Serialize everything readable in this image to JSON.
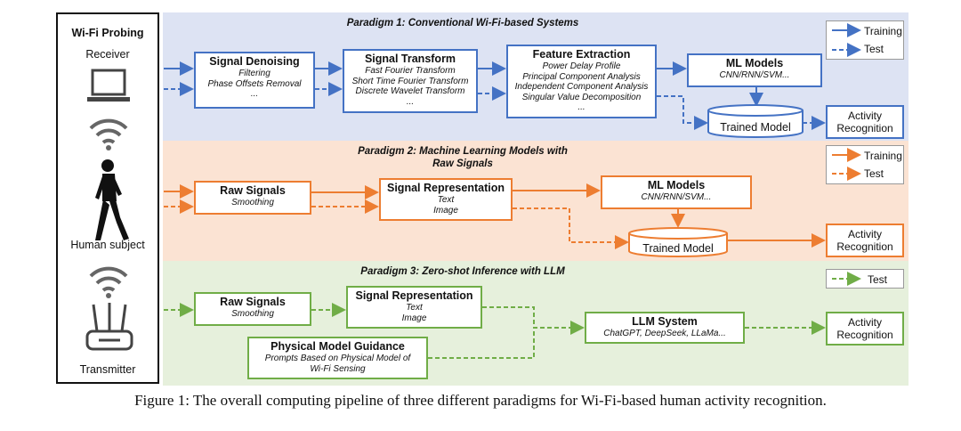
{
  "probing": {
    "title": "Wi-Fi Probing",
    "receiver": "Receiver",
    "human": "Human subject",
    "transmitter": "Transmitter"
  },
  "paradigm1": {
    "title": "Paradigm 1: Conventional Wi-Fi-based Systems",
    "legend": {
      "training": "Training",
      "test": "Test"
    },
    "denoise": {
      "title": "Signal Denoising",
      "items": [
        "Filtering",
        "Phase Offsets Removal",
        "..."
      ]
    },
    "transform": {
      "title": "Signal Transform",
      "items": [
        "Fast Fourier Transform",
        "Short Time Fourier Transform",
        "Discrete Wavelet Transform",
        "..."
      ]
    },
    "feature": {
      "title": "Feature Extraction",
      "items": [
        "Power Delay Profile",
        "Principal Component Analysis",
        "Independent Component Analysis",
        "Singular Value Decomposition",
        "..."
      ]
    },
    "ml": {
      "title": "ML Models",
      "sub": "CNN/RNN/SVM..."
    },
    "trained": "Trained Model",
    "activity": {
      "line1": "Activity",
      "line2": "Recognition"
    }
  },
  "paradigm2": {
    "title_line1": "Paradigm 2: Machine Learning Models with",
    "title_line2": "Raw Signals",
    "legend": {
      "training": "Training",
      "test": "Test"
    },
    "raw": {
      "title": "Raw Signals",
      "sub": "Smoothing"
    },
    "repr": {
      "title": "Signal Representation",
      "items": [
        "Text",
        "Image"
      ]
    },
    "ml": {
      "title": "ML Models",
      "sub": "CNN/RNN/SVM..."
    },
    "trained": "Trained Model",
    "activity": {
      "line1": "Activity",
      "line2": "Recognition"
    }
  },
  "paradigm3": {
    "title": "Paradigm 3: Zero-shot Inference with LLM",
    "legend": {
      "test": "Test"
    },
    "raw": {
      "title": "Raw Signals",
      "sub": "Smoothing"
    },
    "repr": {
      "title": "Signal Representation",
      "items": [
        "Text",
        "Image"
      ]
    },
    "physical": {
      "title": "Physical Model Guidance",
      "items": [
        "Prompts Based on Physical Model of",
        "Wi-Fi Sensing"
      ]
    },
    "llm": {
      "title": "LLM System",
      "sub": "ChatGPT, DeepSeek, LLaMa..."
    },
    "activity": {
      "line1": "Activity",
      "line2": "Recognition"
    }
  },
  "caption": "Figure 1: The overall computing pipeline of three different paradigms for Wi-Fi-based human activity recognition.",
  "colors": {
    "blue": "#4472c4",
    "orange": "#ed7d31",
    "green": "#70ad47",
    "band1": "#dde3f3",
    "band2": "#fbe3d3",
    "band3": "#e6f0dc"
  }
}
